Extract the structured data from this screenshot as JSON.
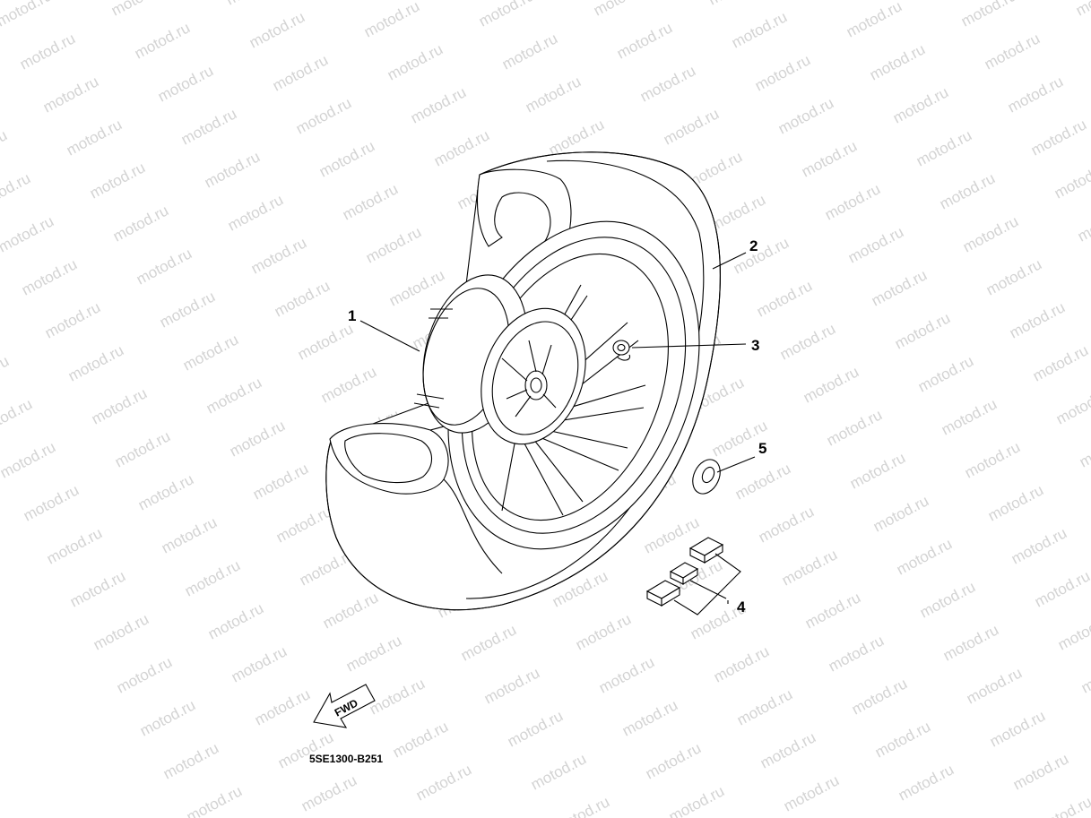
{
  "watermark": {
    "text": "motod.ru"
  },
  "callouts": [
    {
      "number": "1",
      "part": "cast wheel"
    },
    {
      "number": "2",
      "part": "tire"
    },
    {
      "number": "3",
      "part": "valve"
    },
    {
      "number": "4",
      "part": "balance weights"
    },
    {
      "number": "5",
      "part": "collar"
    }
  ],
  "direction_label": "FWD",
  "diagram_code": "5SE1300-B251"
}
